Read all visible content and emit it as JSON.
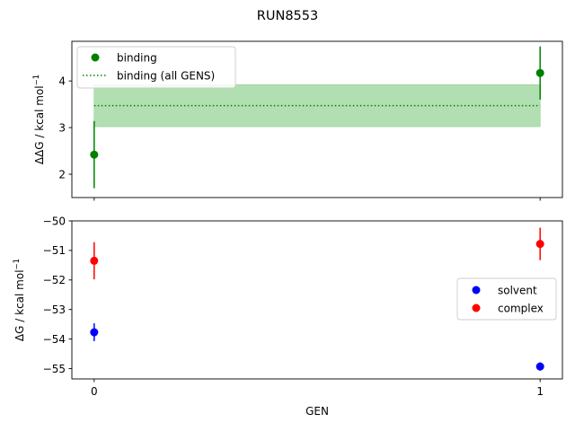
{
  "figure": {
    "suptitle": "RUN8553"
  },
  "chart_data": [
    {
      "type": "scatter",
      "panel": "top",
      "ylabel_main": "ΔΔG / kcal mol",
      "ylabel_sup": "−1",
      "xlim": [
        -0.05,
        1.05
      ],
      "ylim": [
        1.5,
        4.85
      ],
      "yticks": [
        2,
        3,
        4
      ],
      "ytick_labels": [
        "2",
        "3",
        "4"
      ],
      "x_ticks_shown": [
        0,
        1
      ],
      "x_ticklabels_shown": false,
      "series": [
        {
          "name": "binding",
          "marker": "circle",
          "color": "#008000",
          "x": [
            0,
            1
          ],
          "y": [
            2.42,
            4.17
          ],
          "yerr": [
            0.72,
            0.57
          ]
        }
      ],
      "reference": {
        "name": "binding (all GENS)",
        "style": "dotted",
        "color": "#008000",
        "x": [
          0,
          1
        ],
        "y": 3.47,
        "band": [
          3.02,
          3.92
        ],
        "band_color": "#b2dfb2"
      },
      "legend": {
        "position": "upper-left",
        "entries": [
          "binding",
          "binding (all GENS)"
        ]
      }
    },
    {
      "type": "scatter",
      "panel": "bottom",
      "xlabel": "GEN",
      "ylabel_main": "ΔG / kcal mol",
      "ylabel_sup": "−1",
      "xlim": [
        -0.05,
        1.05
      ],
      "ylim": [
        -55.35,
        -50.0
      ],
      "xticks": [
        0,
        1
      ],
      "xtick_labels": [
        "0",
        "1"
      ],
      "yticks": [
        -55,
        -54,
        -53,
        -52,
        -51,
        -50
      ],
      "ytick_labels": [
        "−55",
        "−54",
        "−53",
        "−52",
        "−51",
        "−50"
      ],
      "series": [
        {
          "name": "solvent",
          "marker": "circle",
          "color": "#0000ff",
          "x": [
            0,
            1
          ],
          "y": [
            -53.77,
            -54.93
          ],
          "yerr": [
            0.3,
            0.14
          ]
        },
        {
          "name": "complex",
          "marker": "circle",
          "color": "#ff0000",
          "x": [
            0,
            1
          ],
          "y": [
            -51.35,
            -50.78
          ],
          "yerr": [
            0.63,
            0.55
          ]
        }
      ],
      "legend": {
        "position": "center-right",
        "entries": [
          "solvent",
          "complex"
        ]
      }
    }
  ]
}
